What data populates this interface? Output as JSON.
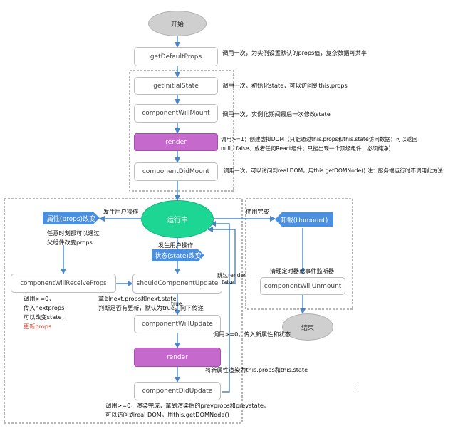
{
  "nodes": {
    "start": "开始",
    "get_default_props": "getDefaultProps",
    "get_initial_state": "getInitialState",
    "component_will_mount": "componentWillMount",
    "render_1": "render",
    "component_did_mount": "componentDidMount",
    "running": "运行中",
    "props_changed": "属性(props)改变",
    "state_changed": "状态(state)改变",
    "unmount": "卸载(Unmount)",
    "component_will_receive_props": "componentWillReceiveProps",
    "should_component_update": "shouldComponentUpdate",
    "component_will_unmount": "componentWillUnmount",
    "end": "结束",
    "component_will_update": "componentWillUpdate",
    "render_2": "render",
    "component_did_update": "componentDidUpdate"
  },
  "notes": {
    "get_default_props": "调用一次，为实例设置默认的props值，复杂数据可共享",
    "get_initial_state": "调用一次，初始化state，可以访问到this.props",
    "component_will_mount": "调用一次，实例化期间最后一次修改state",
    "render_line1": "调用>=1；创建虚拟DOM（只能通过this.props和this.state访问数据；可以返回",
    "render_line2": "null、false、或者任何React组件；只能出现一个顶级组件；必须纯净）",
    "component_did_mount": "调用一次，可以访问到real DOM，用this.getDOMNode() 注：服务端运行时不调用此方法",
    "user_action_left": "发生用户操作",
    "use_complete": "使用完成",
    "props_change_line1": "任意时刻都可以通过",
    "props_change_line2": "父组件改变props",
    "user_action_mid": "发生用户操作",
    "skip_render": "跳过render",
    "false_label": "false",
    "clear_timers": "清理定时器或事件监听器",
    "cwrp_line1": "调用>=0，",
    "cwrp_line2": "传入nextprops",
    "cwrp_line3": "可以改变state，",
    "cwrp_line4": "更新props",
    "scu_line1": "拿到next.props和next.state",
    "scu_line2": "判断是否有更新，默认为true，向下传递",
    "true_label": "true",
    "cwu": "调用>=0，传入新属性和状态",
    "render_2": "将新属性渲染为this.props和this.state",
    "cdu_line1": "调用>=0，渲染完成，拿到渲染后的prevprops和prevstate，",
    "cdu_line2": "可以访问到real DOM，用this.getDOMNode()"
  }
}
